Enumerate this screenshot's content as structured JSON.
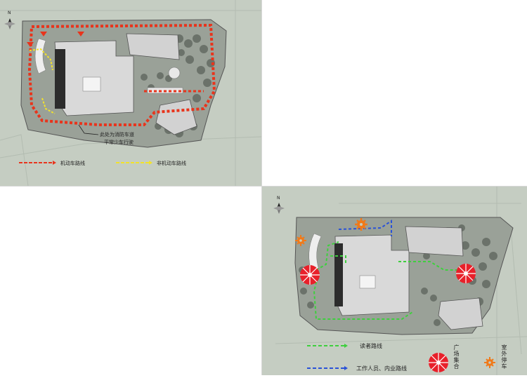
{
  "top_plan": {
    "north": "N",
    "annotation_line1": "此处为消防车道",
    "annotation_line2": "平常少车行驶",
    "legend": [
      {
        "label": "机动车路线",
        "color": "#e8341c",
        "style": "dashed"
      },
      {
        "label": "非机动车路线",
        "color": "#f2e22b",
        "style": "dashed"
      }
    ]
  },
  "bottom_plan": {
    "north": "N",
    "legend": [
      {
        "label": "读者路线",
        "color": "#3ecf3e",
        "style": "dashed"
      },
      {
        "label": "工作人员、内业路线",
        "color": "#2a52d8",
        "style": "dashed"
      }
    ],
    "symbols": [
      {
        "label": "广场集合",
        "icon": "plaza-gathering-icon",
        "color": "#e8202a"
      },
      {
        "label": "室外停车",
        "icon": "outdoor-parking-icon",
        "color": "#f07a1a"
      }
    ]
  }
}
